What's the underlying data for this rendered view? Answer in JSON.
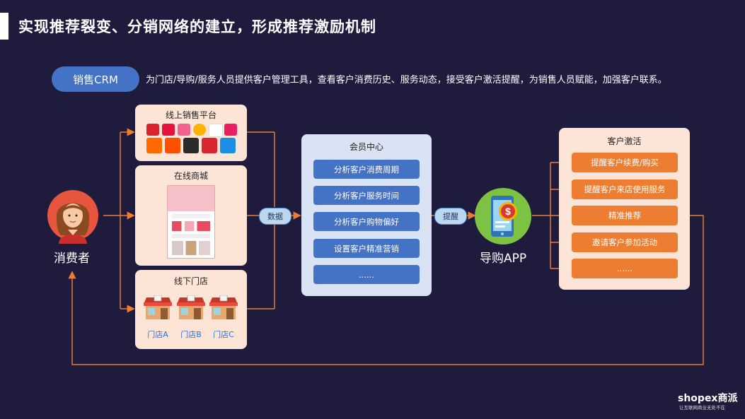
{
  "title": "实现推荐裂变、分销网络的建立，形成推荐激励机制",
  "crm": {
    "label": "销售CRM",
    "description": "为门店/导购/服务人员提供客户管理工具，查看客户消费历史、服务动态，接受客户激活提醒，为销售人员赋能，加强客户联系。"
  },
  "consumer": {
    "label": "消费者"
  },
  "channels": {
    "online_platform": {
      "title": "线上销售平台"
    },
    "online_mall": {
      "title": "在线商城"
    },
    "offline_store": {
      "title": "线下门店",
      "stores": [
        "门店A",
        "门店B",
        "门店C"
      ]
    }
  },
  "tags": {
    "data": "数据",
    "remind": "提醒"
  },
  "member_center": {
    "title": "会员中心",
    "items": [
      "分析客户消费周期",
      "分析客户服务时间",
      "分析客户购物偏好",
      "设置客户精准营销",
      "......"
    ]
  },
  "app": {
    "label": "导购APP"
  },
  "activation": {
    "title": "客户激活",
    "items": [
      "提醒客户续费/购买",
      "提醒客户来店使用服务",
      "精准推荐",
      "邀请客户参加活动",
      "......"
    ]
  },
  "brand": {
    "name": "shopex商派",
    "slogan": "让互联网商业无处不在"
  },
  "colors": {
    "background": "#1f1b3c",
    "accent_orange": "#ed7d31",
    "accent_blue": "#4472c4",
    "panel_peach": "#fce4d6",
    "panel_blue": "#dae3f3"
  },
  "icons": [
    "consumer-avatar-icon",
    "platform-logo-icons",
    "mall-phone-screenshot",
    "store-icon",
    "guide-app-phone-icon"
  ]
}
